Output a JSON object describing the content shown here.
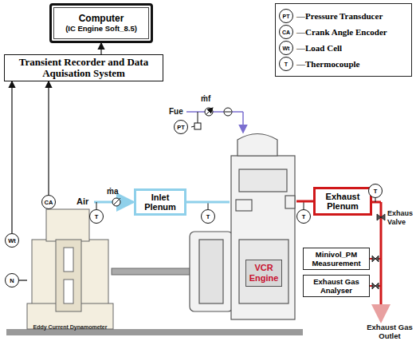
{
  "diagram": {
    "nodes": [
      {
        "text": [
          "Computer",
          "(IC Engine Soft_8.5)"
        ]
      },
      {
        "text": [
          "Transient Recorder and Data Aquisation System"
        ]
      },
      {
        "text": [
          "Inlet Plenum"
        ]
      },
      {
        "text": [
          "VCR Engine"
        ]
      },
      {
        "text": [
          "Exhaust Plenum"
        ]
      },
      {
        "text": [
          "Minivol_PM Measurement"
        ]
      },
      {
        "text": [
          "Exhaust Gas Analyser"
        ]
      },
      {
        "text": [
          "Eddy Current Dynamometer"
        ]
      },
      {
        "text": [
          "Wt"
        ]
      },
      {
        "text": [
          "CA"
        ]
      },
      {
        "text": [
          "N"
        ]
      },
      {
        "text": [
          "T"
        ]
      },
      {
        "text": [
          "T"
        ]
      },
      {
        "text": [
          "T"
        ]
      },
      {
        "text": [
          "T"
        ]
      },
      {
        "text": [
          "PT"
        ]
      }
    ],
    "edges": [
      {
        "from": 1,
        "to": 0,
        "arrow": "to"
      },
      {
        "from": 8,
        "to": 1,
        "arrow": "to"
      },
      {
        "from": 9,
        "to": 1,
        "arrow": "to"
      },
      {
        "from": 10,
        "to": 7,
        "arrow": "none"
      },
      {
        "from": 2,
        "to": 3,
        "arrow": "none"
      },
      {
        "from": 3,
        "to": 4,
        "arrow": "none"
      }
    ],
    "labels": [
      "Fue",
      "ṁf",
      "Air",
      "ṁa",
      "Exhaus Valve",
      "Exhaust Gas Outlet",
      "PT",
      "CA",
      "Wt",
      "T"
    ],
    "legend": [
      {
        "text": "—Pressure Transducer"
      },
      {
        "text": "—Crank Angle Encoder"
      },
      {
        "text": "—Load Cell"
      },
      {
        "text": "—Thermocouple"
      }
    ]
  }
}
